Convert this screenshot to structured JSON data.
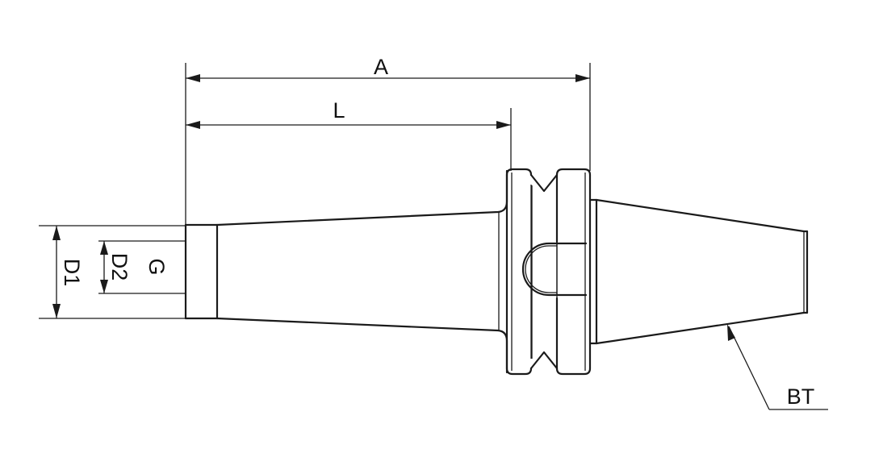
{
  "labels": {
    "overall_length": "A",
    "shank_length": "L",
    "diameter_1": "D1",
    "diameter_2": "D2",
    "thread": "G",
    "taper": "BT"
  }
}
